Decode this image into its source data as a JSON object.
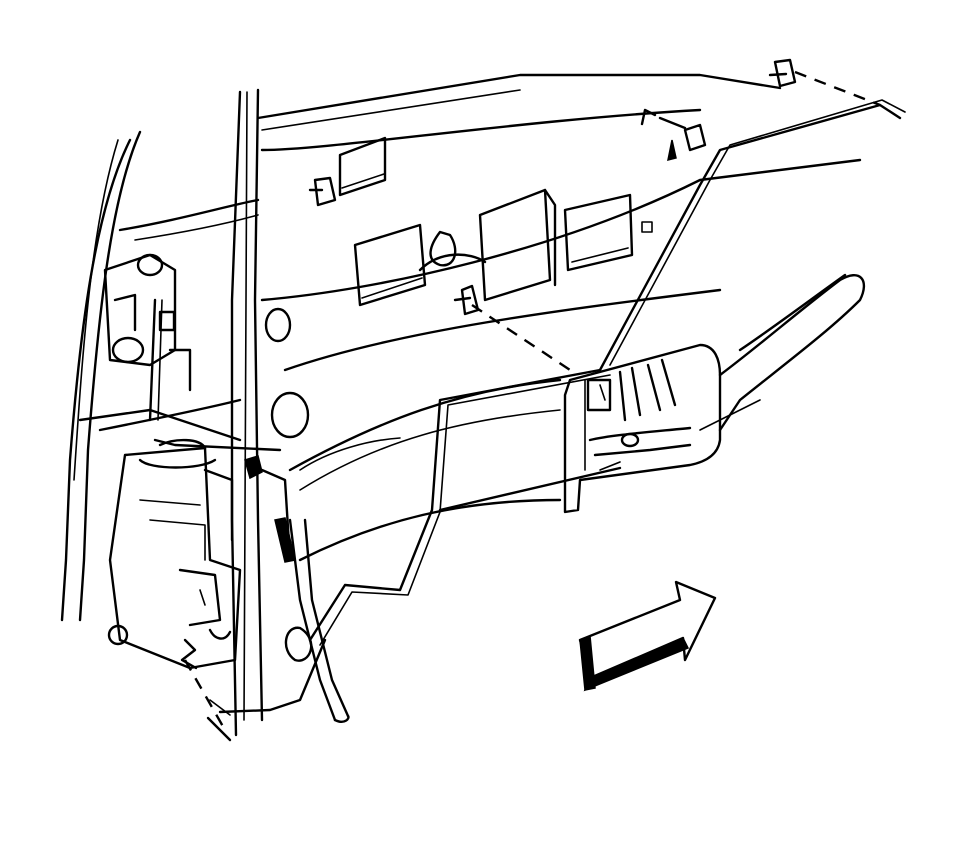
{
  "diagram": {
    "parts": [
      {
        "id": "door-inner-panel",
        "label": ""
      },
      {
        "id": "lock-actuator",
        "label": ""
      },
      {
        "id": "inside-handle",
        "label": ""
      },
      {
        "id": "lock-rod",
        "label": ""
      },
      {
        "id": "handle-rod",
        "label": ""
      },
      {
        "id": "rod-clips",
        "label": ""
      },
      {
        "id": "direction-arrow",
        "label": ""
      }
    ],
    "colors": {
      "line": "#000000",
      "background": "#ffffff"
    }
  }
}
